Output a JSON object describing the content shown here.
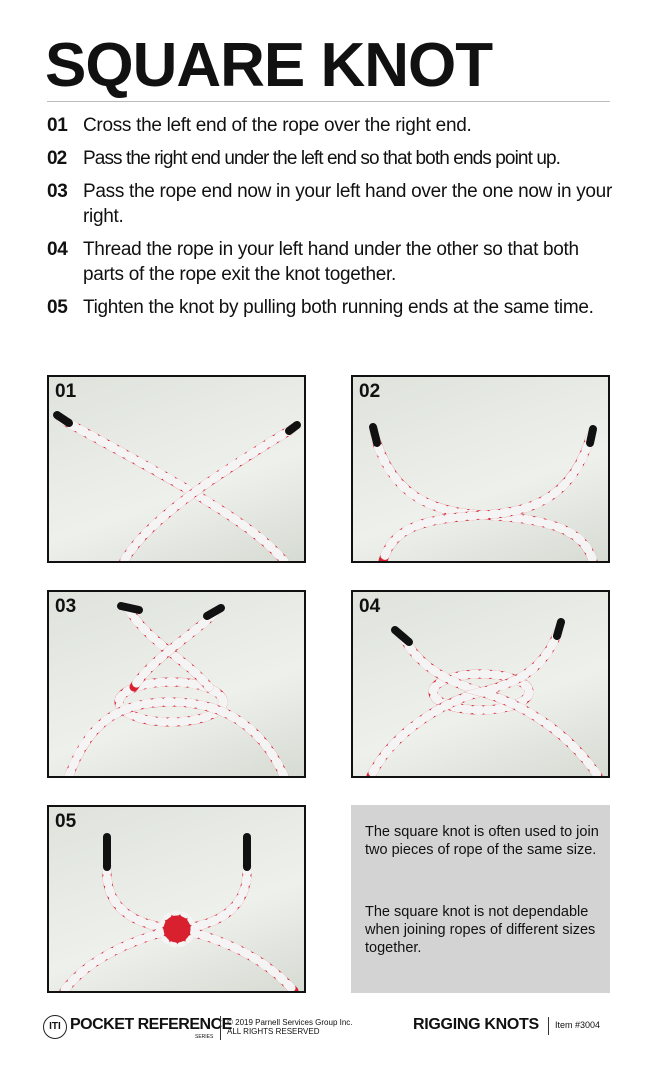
{
  "title": "SQUARE KNOT",
  "steps": [
    {
      "num": "01",
      "text": "Cross the left end of the rope over the right end."
    },
    {
      "num": "02",
      "text": "Pass the right end under the left end so that both ends point up."
    },
    {
      "num": "03",
      "text": "Pass the rope end now in your left hand over the one now in your right."
    },
    {
      "num": "04",
      "text": "Thread the rope in your left hand under the other so that both parts of the rope exit the knot together."
    },
    {
      "num": "05",
      "text": "Tighten the knot by pulling both running ends at the same time."
    }
  ],
  "photos": [
    "01",
    "02",
    "03",
    "04",
    "05"
  ],
  "info": [
    "The square knot is often used to join two pieces of rope of the same size.",
    "The square knot is not dependable when joining ropes of different sizes together."
  ],
  "colors": {
    "rope_red": "#d8202e",
    "rope_white": "#f4f4f4",
    "info_bg": "#d3d3d3"
  },
  "footer": {
    "logo": "ITI",
    "brand": "POCKET REFERENCE",
    "series": "SERIES",
    "copyright": "© 2019 Parnell Services Group Inc.",
    "rights": "ALL RIGHTS RESERVED",
    "category": "RIGGING KNOTS",
    "item": "Item #3004"
  }
}
